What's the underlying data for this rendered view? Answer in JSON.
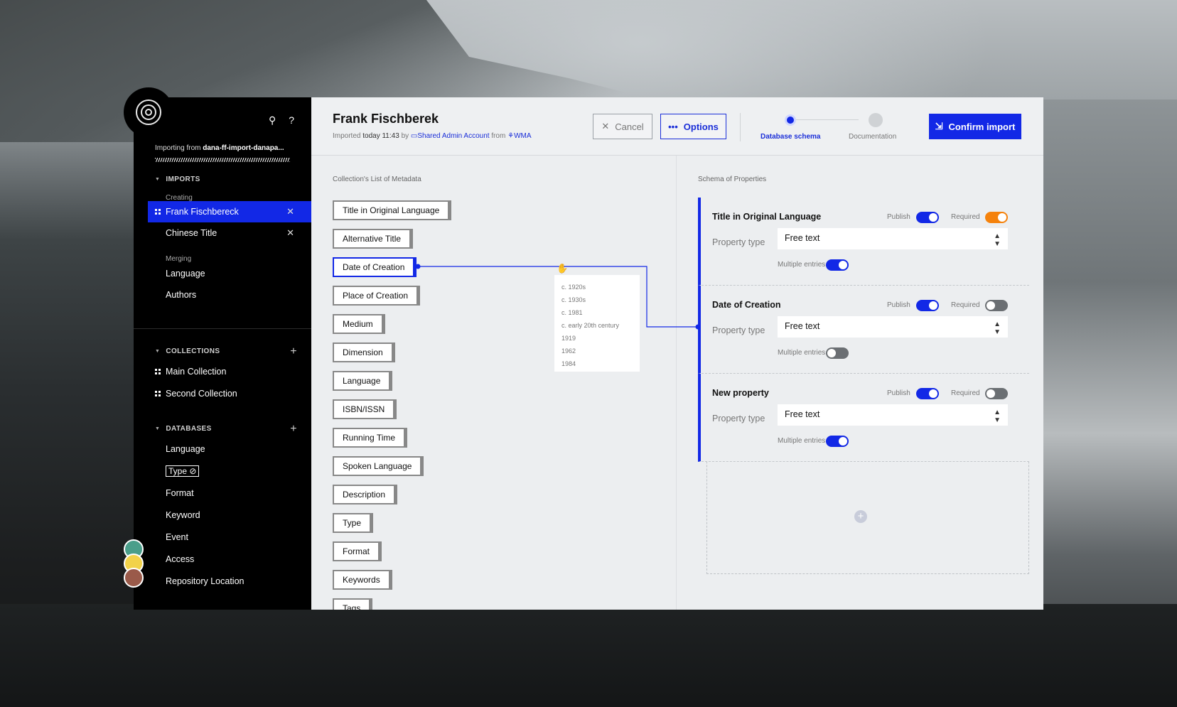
{
  "sidebar": {
    "import_prefix": "Importing from",
    "import_source": "dana-ff-import-danapa...",
    "imports_header": "IMPORTS",
    "creating_label": "Creating",
    "creating_items": [
      {
        "label": "Frank Fischbereck"
      },
      {
        "label": "Chinese Title"
      }
    ],
    "merging_label": "Merging",
    "merging_items": [
      {
        "label": "Language"
      },
      {
        "label": "Authors"
      }
    ],
    "collections_header": "COLLECTIONS",
    "collections": [
      {
        "label": "Main Collection"
      },
      {
        "label": "Second Collection"
      }
    ],
    "databases_header": "DATABASES",
    "databases": [
      {
        "label": "Language"
      },
      {
        "label": "Type"
      },
      {
        "label": "Format"
      },
      {
        "label": "Keyword"
      },
      {
        "label": "Event"
      },
      {
        "label": "Access"
      },
      {
        "label": "Repository Location"
      }
    ]
  },
  "header": {
    "title": "Frank Fischberek",
    "meta_imported": "Imported",
    "meta_time": "today 11:43",
    "meta_by": "by",
    "meta_account": "Shared Admin Account",
    "meta_from": "from",
    "meta_org": "WMA",
    "cancel_label": "Cancel",
    "options_label": "Options",
    "confirm_label": "Confirm import",
    "steps": [
      {
        "label": "Database schema",
        "active": true
      },
      {
        "label": "Documentation",
        "active": false
      }
    ]
  },
  "metadata": {
    "heading": "Collection's List of Metadata",
    "items": [
      "Title in Original Language",
      "Alternative Title",
      "Date of Creation",
      "Place of Creation",
      "Medium",
      "Dimension",
      "Language",
      "ISBN/ISSN",
      "Running Time",
      "Spoken Language",
      "Description",
      "Type",
      "Format",
      "Keywords",
      "Tags"
    ],
    "active_item": "Date of Creation",
    "sample_values": [
      "c. 1920s",
      "c. 1930s",
      "c. 1981",
      "c. early 20th century",
      "1919",
      "1962",
      "1984"
    ]
  },
  "schema": {
    "heading": "Schema of Properties",
    "publish_label": "Publish",
    "required_label": "Required",
    "property_type_label": "Property type",
    "multiple_entries_label": "Multiple entries",
    "properties": [
      {
        "name": "Title in Original Language",
        "publish": true,
        "required": true,
        "type": "Free text",
        "multiple": true
      },
      {
        "name": "Date of Creation",
        "publish": true,
        "required": false,
        "type": "Free text",
        "multiple": false
      },
      {
        "name": "New property",
        "publish": true,
        "required": false,
        "type": "Free text",
        "multiple": true
      }
    ]
  },
  "colors": {
    "accent": "#1228e6",
    "required_on": "#f5820c",
    "sidebar_bg": "#000000",
    "panel_bg": "#eceef0"
  }
}
